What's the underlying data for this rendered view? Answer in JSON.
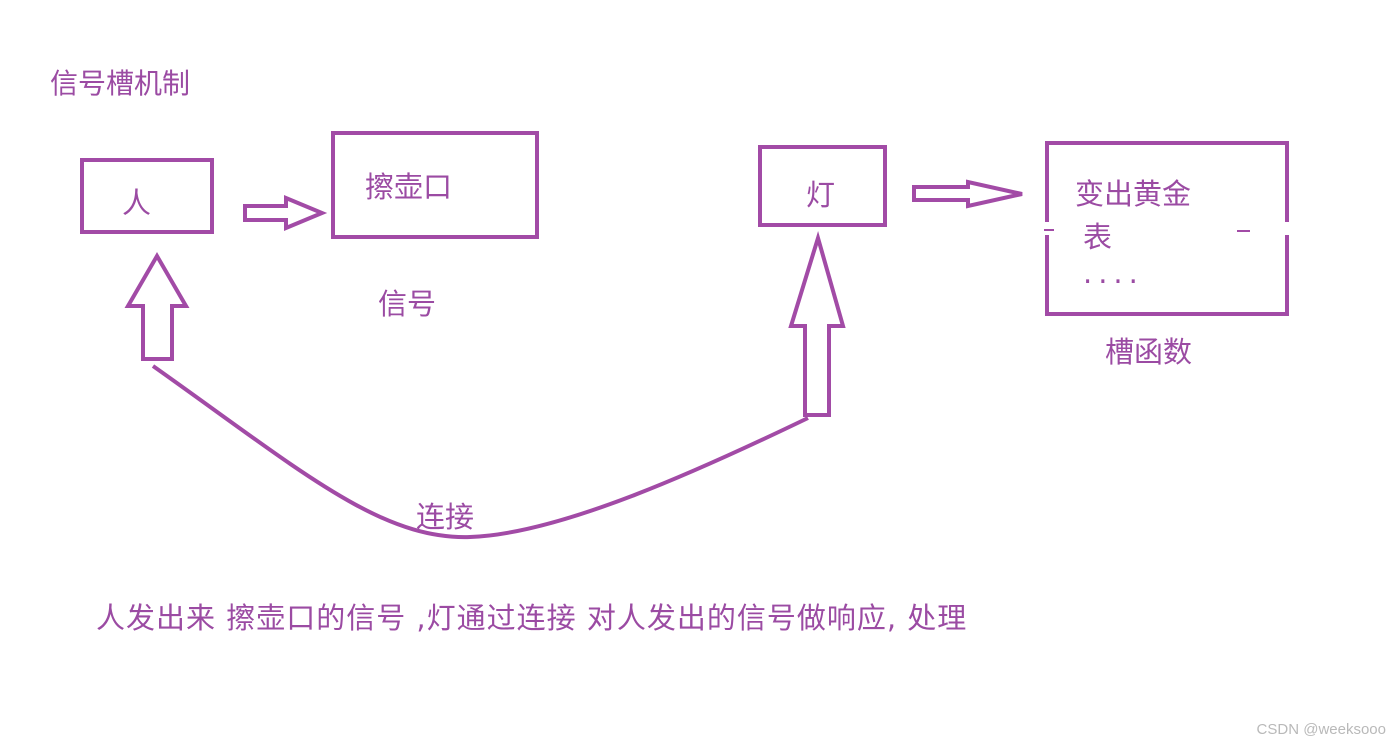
{
  "title": "信号槽机制",
  "nodes": {
    "person": "人",
    "wipe_pot": "擦壶口",
    "lamp": "灯",
    "slot_lines": [
      "变出黄金",
      "表",
      "...."
    ]
  },
  "captions": {
    "signal": "信号",
    "slot_function": "槽函数",
    "connect": "连接"
  },
  "description": "人发出来  擦壶口的信号  ,灯通过连接  对人发出的信号做响应, 处理",
  "watermark": "CSDN @weeksooo",
  "colors": {
    "stroke": "#a24ba6",
    "text": "#9b4ba3"
  }
}
